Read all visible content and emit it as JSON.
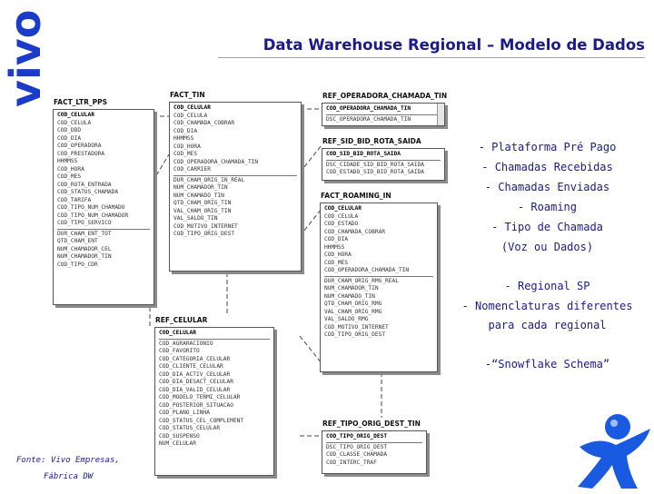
{
  "logo": {
    "text": "vivo",
    "color": "#1a3cc8"
  },
  "title": "Data Warehouse Regional – Modelo de Dados",
  "tables": [
    {
      "id": "fact-ltr-pps",
      "name": "FACT_LTR_PPS",
      "keys": [
        "COD_CELULAR",
        "COD_CELULA",
        "COD_DDD",
        "COD_DIA",
        "COD_OPERADORA",
        "COD_PRESTADORA",
        "HHMMSS",
        "COD_HORA",
        "COD_MES",
        "COD_ROTA_ENTRADA",
        "COD_STATUS_CHAMADA",
        "COD_TARIFA",
        "COD_TIPO_NUM_CHAMADO",
        "COD_TIPO_NUM_CHAMADOR",
        "COD_TIPO_SERVICO"
      ],
      "attrs": [
        "DUR_CHAM_ENT_TOT",
        "QTD_CHAM_ENT",
        "NUM_CHAMADOR_CEL",
        "NUM_CHAMADOR_TIN",
        "COD_TIPO_CDR"
      ]
    },
    {
      "id": "fact-tin",
      "name": "FACT_TIN",
      "keys": [
        "COD_CELULAR",
        "COD_CELULA",
        "COD_CHAMADA_COBRAR",
        "COD_DIA",
        "HHMMSS",
        "COD_HORA",
        "COD_MES",
        "COD_OPERADORA_CHAMADA_TIN",
        "COD_CARRIER"
      ],
      "attrs": [
        "DUR_CHAM_ORIG_IN_REAL",
        "NUM_CHAMADOR_TIN",
        "NUM_CHAMADO_TIN",
        "QTD_CHAM_ORIG_TIN",
        "VAL_CHAM_ORIG_TIN",
        "VAL_SALDO_TIN",
        "COD_MOTIVO_INTERNET",
        "COD_TIPO_ORIG_DEST"
      ]
    },
    {
      "id": "ref-operadora",
      "name": "REF_OPERADORA_CHAMADA_TIN",
      "keys": [
        "COD_OPERADORA_CHAMADA_TIN"
      ],
      "attrs": [
        "DSC_OPERADORA_CHAMADA_TIN"
      ]
    },
    {
      "id": "ref-sid-bid",
      "name": "REF_SID_BID_ROTA_SAIDA",
      "keys": [
        "COD_SID_BID_ROTA_SAIDA"
      ],
      "attrs": [
        "DSC_CIDADE_SID_BID_ROTA_SAIDA",
        "COD_ESTADO_SID_BID_ROTA_SAIDA"
      ]
    },
    {
      "id": "fact-roaming",
      "name": "FACT_ROAMING_IN",
      "keys": [
        "COD_CELULAR",
        "COD_CELULA",
        "COD_ESTADO",
        "COD_CHAMADA_COBRAR",
        "COD_DIA",
        "HHMMSS",
        "COD_HORA",
        "COD_MES",
        "COD_OPERADORA_CHAMADA_TIN"
      ],
      "attrs": [
        "DUR_CHAM_ORIG_RMG_REAL",
        "NUM_CHAMADOR_TIN",
        "NUM_CHAMADO_TIN",
        "QTD_CHAM_ORIG_RMG",
        "VAL_CHAM_ORIG_RMG",
        "VAL_SALDO_RMG",
        "COD_MOTIVO_INTERNET",
        "COD_TIPO_ORIG_DEST"
      ]
    },
    {
      "id": "ref-celular",
      "name": "REF_CELULAR",
      "keys": [
        "COD_CELULAR"
      ],
      "attrs": [
        "COD_AGRARACIONIO",
        "COD_FAVORITO",
        "COD_CATEGORIA_CELULAR",
        "COD_CLIENTE_CELULAR",
        "COD_DIA_ACTIV_CELULAR",
        "COD_DIA_DESACT_CELULAR",
        "COD_DIA_VALID_CELULAR",
        "COD_MODELO_TERMI_CELULAR",
        "COD_POSTERIOR_SITUACAO",
        "COD_PLANO_LINHA",
        "COD_STATUS_CEL_COMPLEMENT",
        "COD_STATUS_CELULAR",
        "COD_SUSPENSO",
        "NUM_CELULAR"
      ]
    },
    {
      "id": "ref-tipo-orig",
      "name": "REF_TIPO_ORIG_DEST_TIN",
      "keys": [
        "COD_TIPO_ORIG_DEST"
      ],
      "attrs": [
        "DSC_TIPO_ORIG_DEST",
        "COD_CLASSE_CHAMADA",
        "COD_INTERC_TRAF"
      ]
    }
  ],
  "bullets": [
    "- Plataforma Pré Pago",
    "- Chamadas Recebidas",
    "- Chamadas Enviadas",
    "- Roaming",
    "- Tipo de Chamada",
    "(Voz ou Dados)",
    "- Regional SP",
    "- Nomenclaturas diferentes",
    "para cada regional",
    "-“Snowflake Schema”"
  ],
  "source": {
    "line1": "Fonte: Vivo Empresas,",
    "line2": "Fábrica DW"
  },
  "mascot": {
    "icon": "vivo-mascot-icon",
    "color": "#1a5ae0"
  }
}
